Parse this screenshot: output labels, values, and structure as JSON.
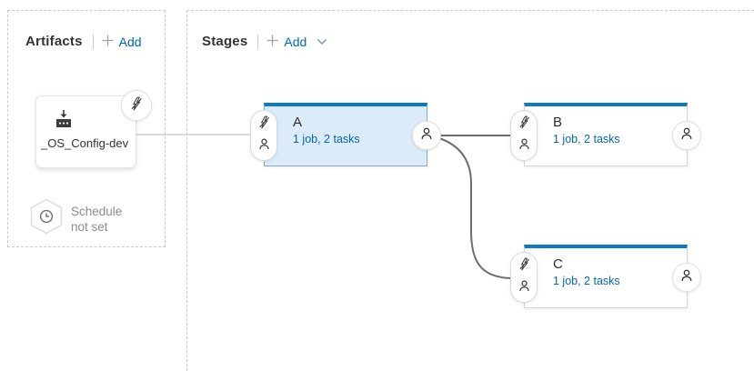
{
  "app": {
    "view": "release-pipeline-editor"
  },
  "colors": {
    "accent_blue": "#0d79c4",
    "link_blue": "#0067b8",
    "selected_stage_fill": "#dcebf8",
    "panel_dash_border": "#c9c9c9",
    "connector_dark": "#6e6e6e",
    "connector_light": "#d0d0d0",
    "muted_text": "#8c8c8c"
  },
  "artifacts_panel": {
    "title": "Artifacts",
    "separator": "|",
    "add_label": "Add",
    "artifact": {
      "name": "_OS_Config-dev",
      "trigger_icon": "lightning-slash-icon"
    },
    "schedule": {
      "line1": "Schedule",
      "line2": "not set",
      "icon": "clock-icon"
    }
  },
  "stages_panel": {
    "title": "Stages",
    "separator": "|",
    "add_label": "Add",
    "stages": [
      {
        "name": "A",
        "summary": "1 job, 2 tasks",
        "selected": true
      },
      {
        "name": "B",
        "summary": "1 job, 2 tasks",
        "selected": false
      },
      {
        "name": "C",
        "summary": "1 job, 2 tasks",
        "selected": false
      }
    ]
  },
  "icons": {
    "pre_deploy": [
      "lightning-slash-icon",
      "person-icon"
    ],
    "post_deploy": "person-icon",
    "artifact_type": "build-icon"
  }
}
